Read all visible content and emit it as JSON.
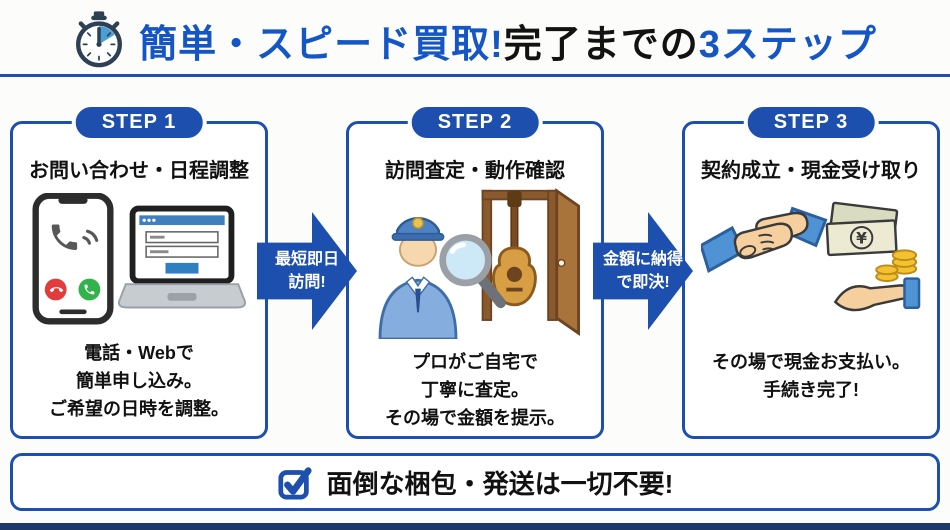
{
  "header": {
    "icon": "stopwatch-icon",
    "title_part1": "簡単・スピード買取!",
    "title_part2": "完了までの",
    "title_part3": "3ステップ"
  },
  "steps": [
    {
      "badge": "STEP 1",
      "title": "お問い合わせ・日程調整",
      "icons": [
        "smartphone-call-icon",
        "laptop-form-icon"
      ],
      "description": "電話・Webで\n簡単申し込み。\nご希望の日時を調整。"
    },
    {
      "badge": "STEP 2",
      "title": "訪問査定・動作確認",
      "icons": [
        "appraiser-icon",
        "magnifier-icon",
        "guitar-icon",
        "open-door-icon"
      ],
      "description": "プロがご自宅で\n丁寧に査定。\nその場で金額を提示。"
    },
    {
      "badge": "STEP 3",
      "title": "契約成立・現金受け取り",
      "icons": [
        "handshake-icon",
        "banknotes-icon",
        "coins-icon",
        "receiving-hand-icon"
      ],
      "description": "その場で現金お支払い。\n手続き完了!"
    }
  ],
  "arrows": [
    {
      "label": "最短即日\n訪問!"
    },
    {
      "label": "金額に納得\nで即決!"
    }
  ],
  "footer": {
    "icon": "checkbox-checked-icon",
    "label": "面倒な梱包・発送は一切不要!"
  },
  "colors": {
    "primary_blue": "#1d4fae",
    "header_text_blue": "#1456c6",
    "text_dark": "#121212",
    "background": "#fcfcfa",
    "card_background": "#ffffff",
    "bottom_strip_navy": "#1d3a69",
    "stopwatch_navy": "#2e4053",
    "accept_green": "#31b24b",
    "decline_red": "#e23c3c",
    "door_brown": "#8a5a2e",
    "guitar_tan": "#d89e44",
    "coin_gold": "#f4c231",
    "sleeve_blue": "#4f93d4"
  }
}
